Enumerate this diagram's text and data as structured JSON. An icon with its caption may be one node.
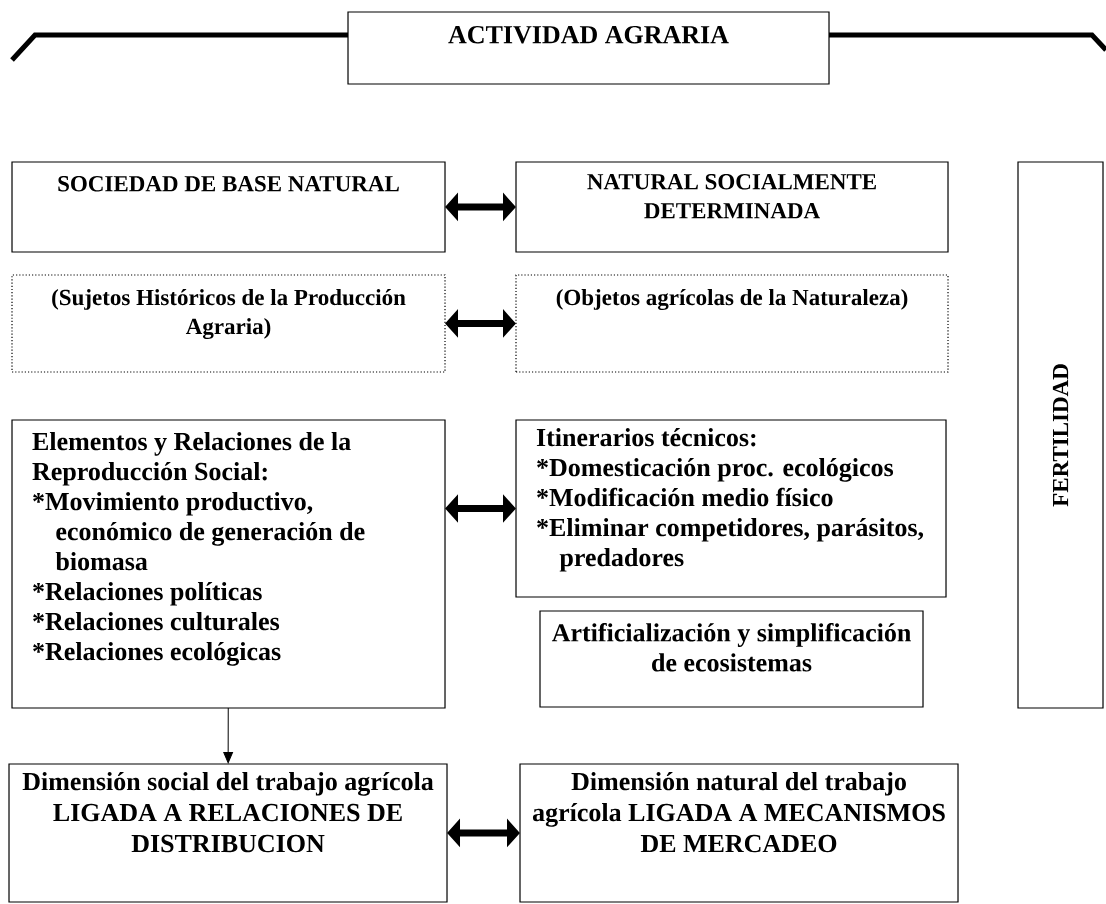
{
  "diagram": {
    "nodes": [
      {
        "text": [
          "ACTIVIDAD AGRARIA"
        ]
      },
      {
        "text": [
          "SOCIEDAD DE BASE NATURAL"
        ]
      },
      {
        "text": [
          "NATURAL SOCIALMENTE DETERMINADA"
        ]
      },
      {
        "text": [
          "(Sujetos Históricos de la Producción Agraria)"
        ]
      },
      {
        "text": [
          "(Objetos agrícolas de la Naturaleza)"
        ]
      },
      {
        "text": [
          "Elementos y Relaciones de la Reproducción Social:",
          "*Movimiento productivo, económico de generación de biomasa",
          "*Relaciones políticas",
          "*Relaciones culturales",
          "*Relaciones ecológicas"
        ]
      },
      {
        "text": [
          "Itinerarios técnicos:",
          "*Domesticación proc. ecológicos",
          "*Modificación medio físico",
          "*Eliminar competidores, parásitos, predadores"
        ]
      },
      {
        "text": [
          "Artificialización y simplificación de ecosistemas"
        ]
      },
      {
        "text": [
          "FERTILIDAD"
        ]
      },
      {
        "text": [
          "Dimensión social del trabajo agrícola LIGADA A RELACIONES DE DISTRIBUCION"
        ]
      },
      {
        "text": [
          "Dimensión natural del trabajo agrícola LIGADA A MECANISMOS DE MERCADEO"
        ]
      }
    ],
    "edges": [
      {
        "from": 1,
        "to": 2,
        "arrow": "both"
      },
      {
        "from": 3,
        "to": 4,
        "arrow": "both"
      },
      {
        "from": 5,
        "to": 6,
        "arrow": "both"
      },
      {
        "from": 5,
        "to": 9,
        "arrow": "to"
      },
      {
        "from": 9,
        "to": 10,
        "arrow": "both"
      }
    ]
  }
}
